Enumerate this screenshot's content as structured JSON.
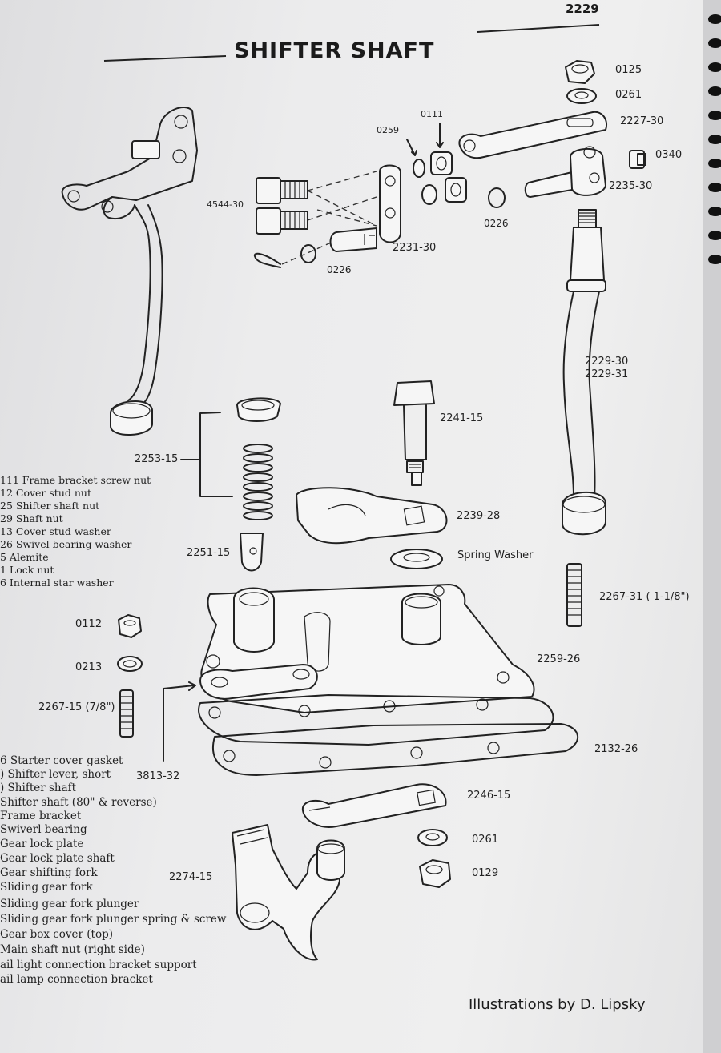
{
  "page_number": "2229",
  "title": "SHIFTER SHAFT",
  "credit": "Illustrations by D. Lipsky",
  "part_labels": {
    "p0125": "0125",
    "p0261a": "0261",
    "p2227_30": "2227-30",
    "p0111": "0111",
    "p0259": "0259",
    "p0340": "0340",
    "p4544_30": "4544-30",
    "p2235_30": "2235-30",
    "p0226a": "0226",
    "p0226b": "0226",
    "p2231_30": "2231-30",
    "p2229_30": "2229-30",
    "p2229_31": "2229-31",
    "p2241_15": "2241-15",
    "p2253_15": "2253-15",
    "p2239_28": "2239-28",
    "p2251_15": "2251-15",
    "spring_washer": "Spring Washer",
    "p2267_31": "2267-31 ( 1-1/8\")",
    "p0112": "0112",
    "p2259_26": "2259-26",
    "p0213": "0213",
    "p2267_15": "2267-15 (7/8\")",
    "p2132_26": "2132-26",
    "p3813_32": "3813-32",
    "p2246_15": "2246-15",
    "p0261b": "0261",
    "p2274_15": "2274-15",
    "p0129": "0129"
  },
  "legend": [
    "111  Frame bracket screw nut",
    "12  Cover stud nut",
    "25  Shifter shaft nut",
    "29  Shaft nut",
    "13  Cover stud washer",
    "26  Swivel bearing washer",
    "5  Alemite",
    "1  Lock nut",
    "6  Internal star washer",
    "6  Starter cover gasket",
    ")  Shifter lever, short",
    ")  Shifter shaft",
    "  Shifter shaft (80\" & reverse)",
    "  Frame bracket",
    "  Swiverl bearing",
    "  Gear lock plate",
    "  Gear lock plate shaft",
    "  Gear shifting fork",
    "  Sliding gear fork",
    "Sliding gear fork plunger",
    "Sliding gear fork plunger spring & screw",
    "Gear box cover (top)",
    "Main shaft nut (right side)",
    "ail light connection bracket support",
    "ail lamp connection bracket"
  ]
}
